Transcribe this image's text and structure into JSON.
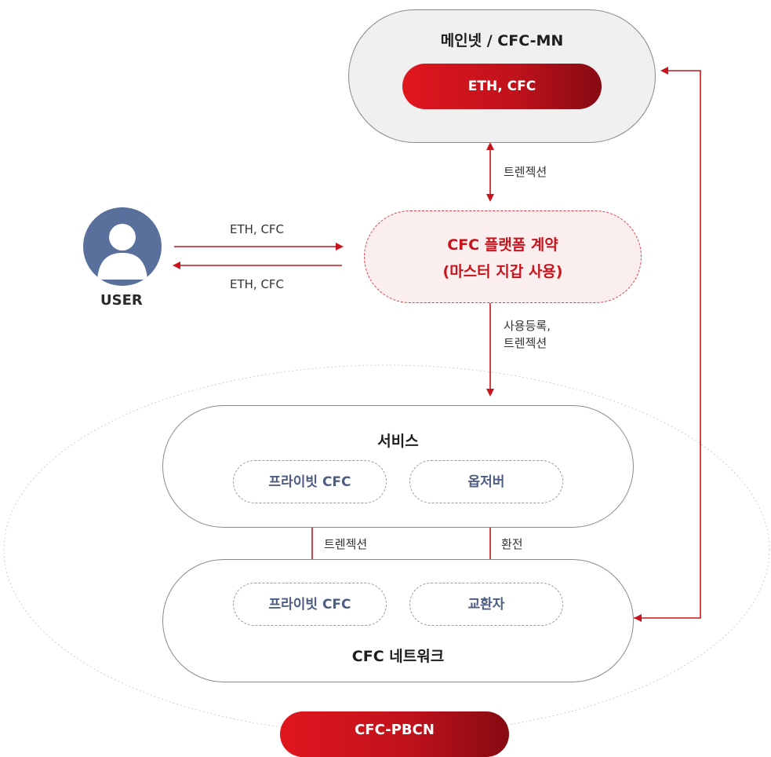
{
  "mainnet": {
    "title": "메인넷 / CFC-MN",
    "token": "ETH, CFC"
  },
  "platform": {
    "line1": "CFC 플랫폼 계약",
    "line2": "(마스터 지갑 사용)"
  },
  "user": {
    "label": "USER"
  },
  "labels": {
    "mainnet_tx": "트렌젝션",
    "user_to_platform": "ETH, CFC",
    "platform_to_user": "ETH, CFC",
    "register_line1": "사용등록,",
    "register_line2": "트렌젝션",
    "private_tx": "트렌젝션",
    "exchange": "환전"
  },
  "service": {
    "title": "서비스",
    "item1": "프라이빗 CFC",
    "item2": "옵저버"
  },
  "network": {
    "title": "CFC 네트워크",
    "item1": "프라이빗 CFC",
    "item2": "교환자"
  },
  "pbcn": {
    "label": "CFC-PBCN"
  },
  "colors": {
    "accent": "#c8141c",
    "arrow": "#c8141c",
    "muted_text": "#4d5d84"
  }
}
